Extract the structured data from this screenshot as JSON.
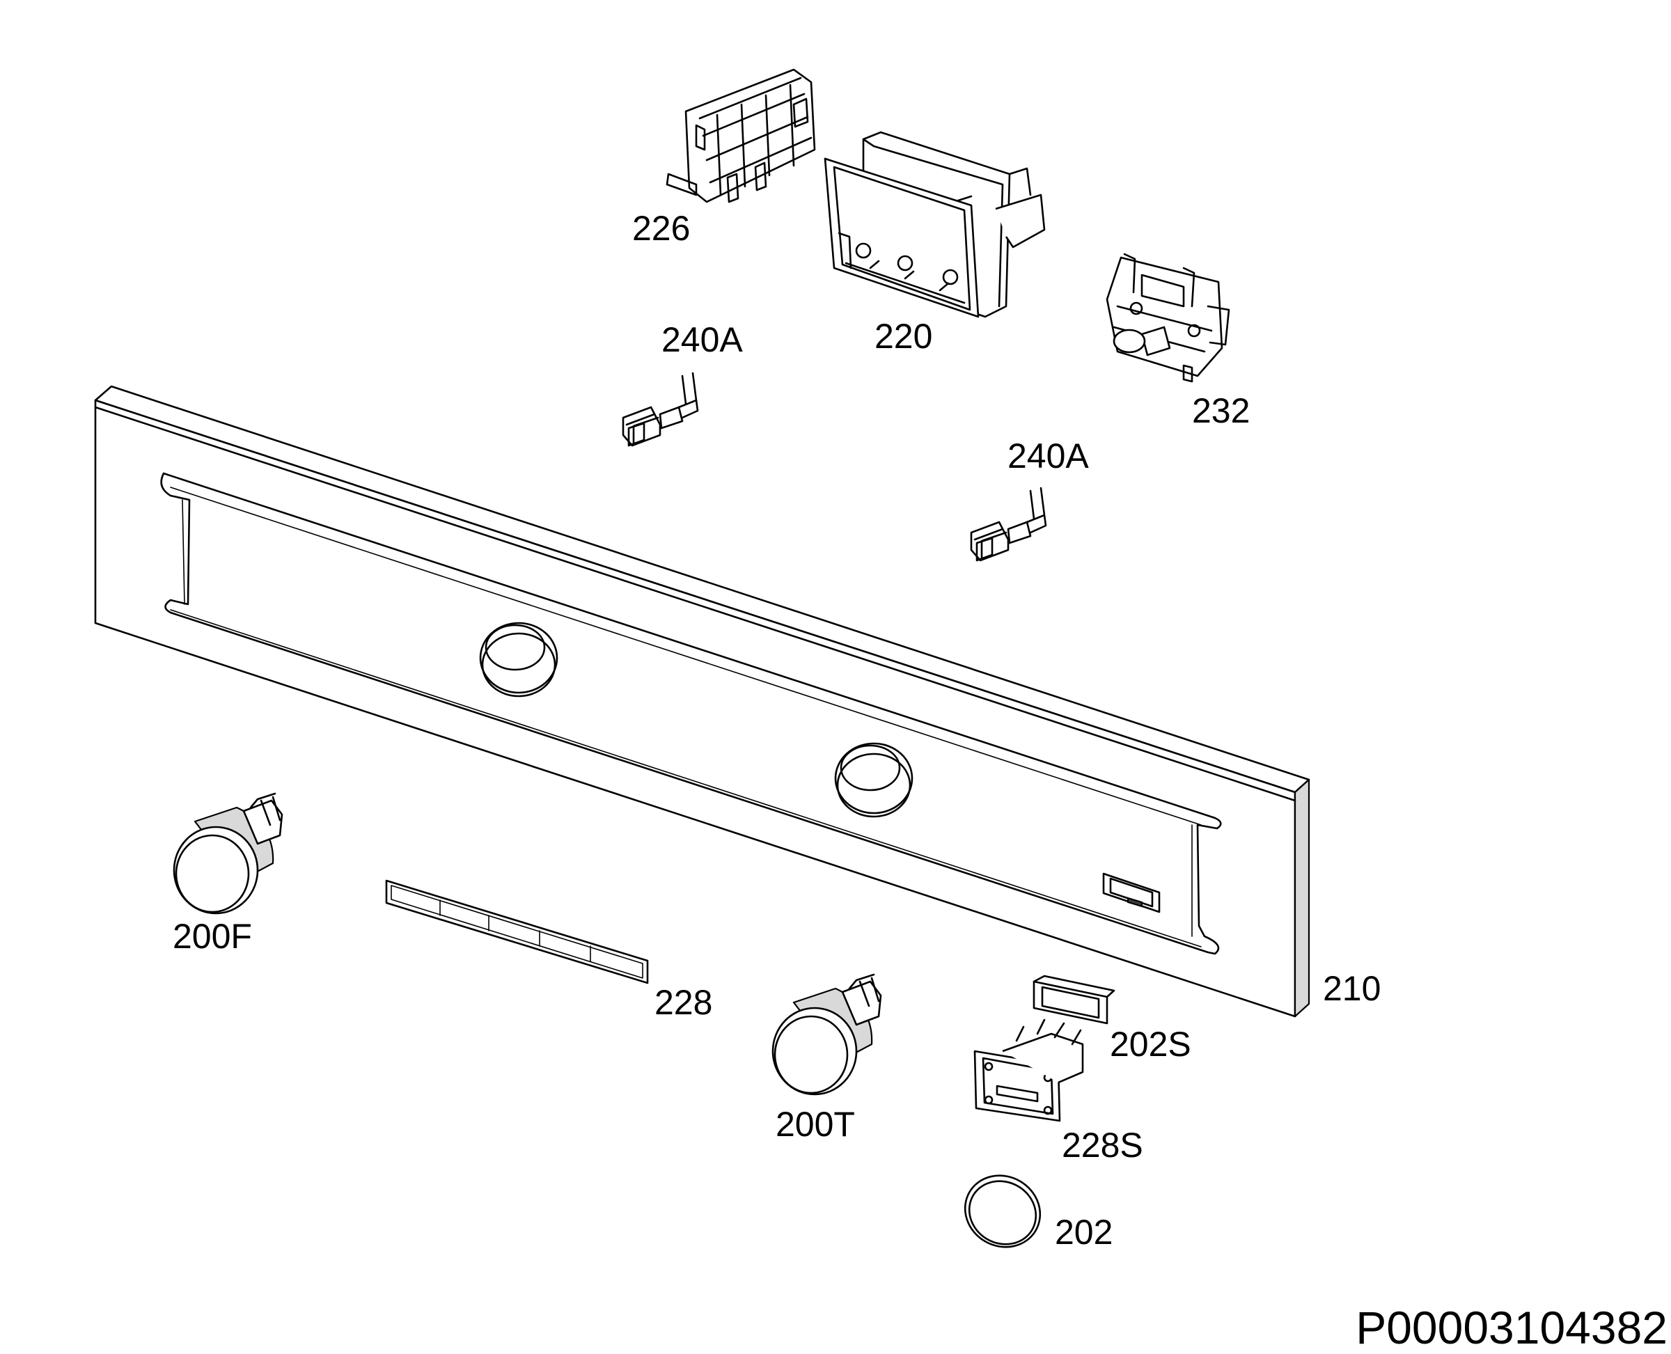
{
  "labels": {
    "p226": "226",
    "p220": "220",
    "p240a_top": "240A",
    "p232": "232",
    "p240a_mid": "240A",
    "p200f": "200F",
    "p228": "228",
    "p210": "210",
    "p200t": "200T",
    "p202s": "202S",
    "p228s": "228S",
    "p202": "202"
  },
  "document_id": "P00003104382"
}
